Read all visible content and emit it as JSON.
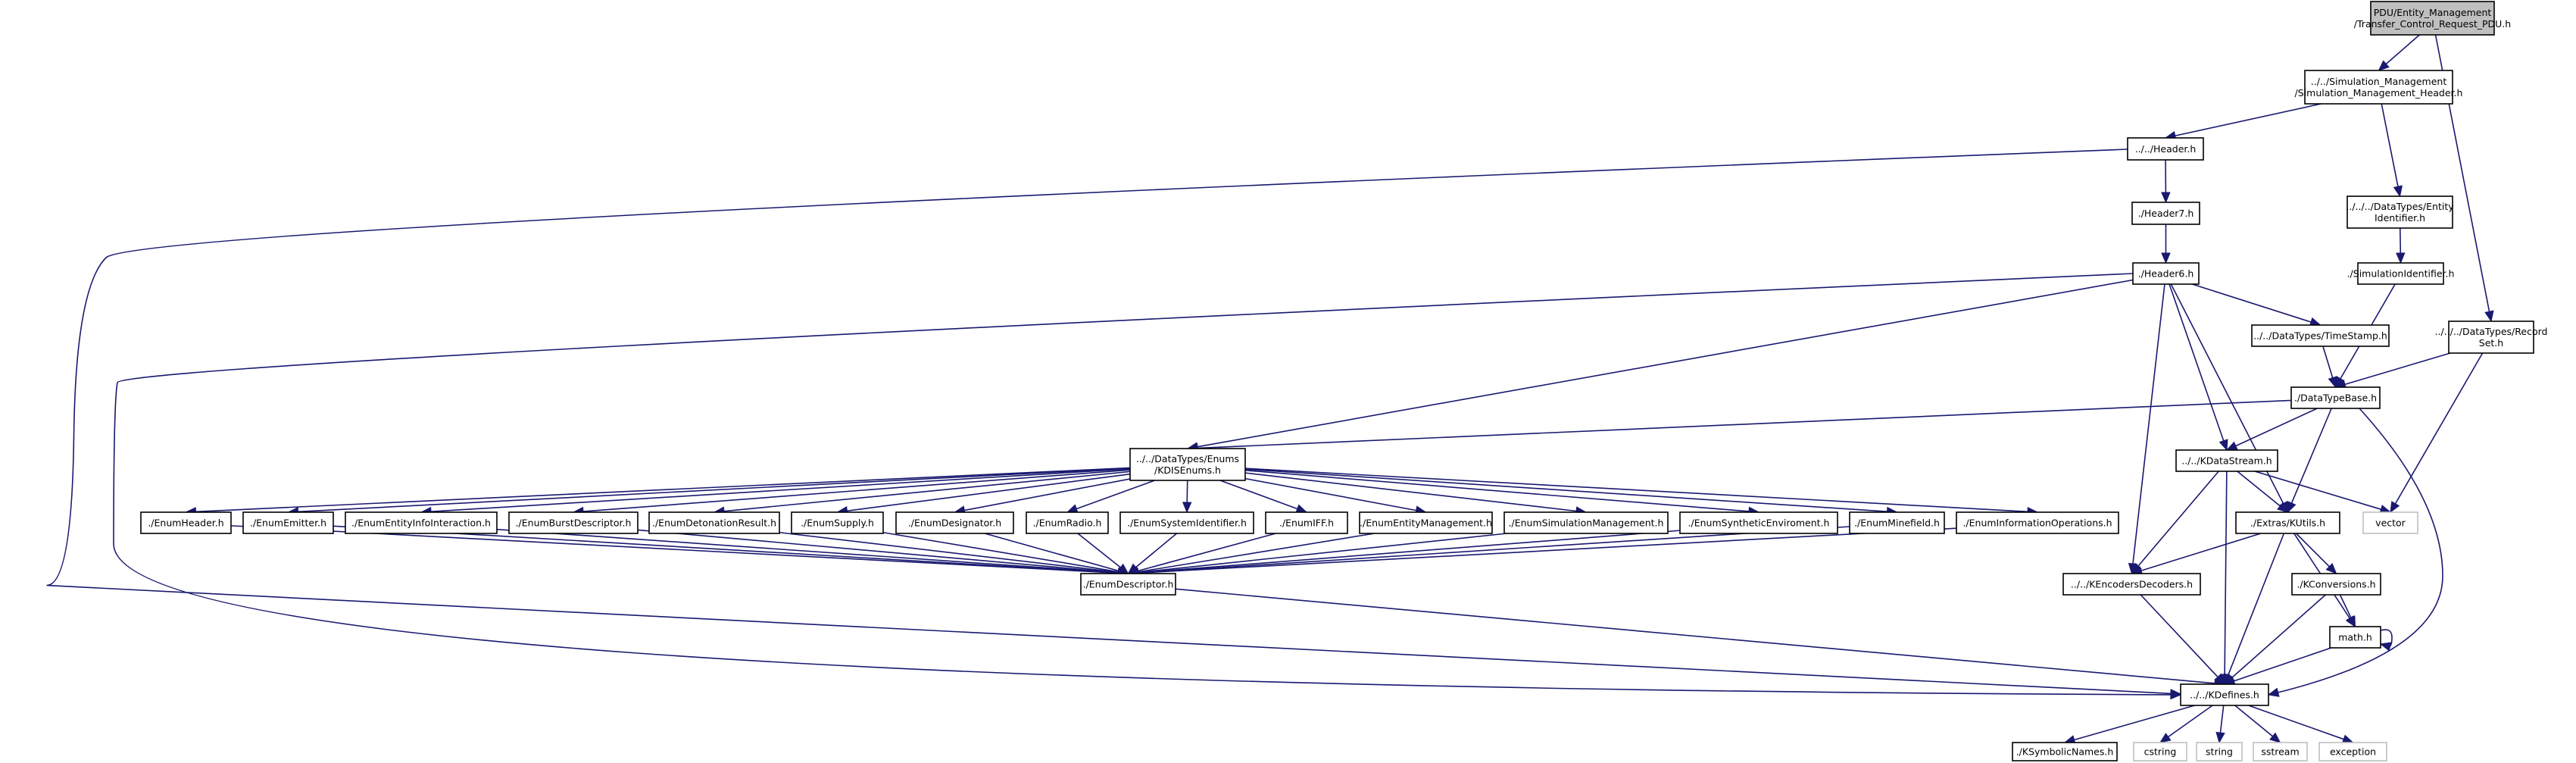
{
  "graph": {
    "nodes": [
      {
        "id": "n0",
        "lines": [
          "PDU/Entity_Management",
          "/Transfer_Control_Request_PDU.h"
        ],
        "root": true
      },
      {
        "id": "n1",
        "lines": [
          "../../Simulation_Management",
          "/Simulation_Management_Header.h"
        ]
      },
      {
        "id": "n2",
        "lines": [
          "../../Header.h"
        ]
      },
      {
        "id": "n3",
        "lines": [
          "../../../DataTypes/Entity",
          "Identifier.h"
        ]
      },
      {
        "id": "n4",
        "lines": [
          "../../../DataTypes/Record",
          "Set.h"
        ]
      },
      {
        "id": "n5",
        "lines": [
          "./Header7.h"
        ]
      },
      {
        "id": "n6",
        "lines": [
          "./Header6.h"
        ]
      },
      {
        "id": "n7",
        "lines": [
          "./SimulationIdentifier.h"
        ]
      },
      {
        "id": "n8",
        "lines": [
          "../../DataTypes/TimeStamp.h"
        ]
      },
      {
        "id": "n9",
        "lines": [
          "./DataTypeBase.h"
        ]
      },
      {
        "id": "n10",
        "lines": [
          "../../DataTypes/Enums",
          "/KDISEnums.h"
        ]
      },
      {
        "id": "n11",
        "lines": [
          "../../KDataStream.h"
        ]
      },
      {
        "id": "n12",
        "lines": [
          "./EnumHeader.h"
        ]
      },
      {
        "id": "n13",
        "lines": [
          "./EnumEmitter.h"
        ]
      },
      {
        "id": "n14",
        "lines": [
          "./EnumEntityInfoInteraction.h"
        ]
      },
      {
        "id": "n15",
        "lines": [
          "./EnumBurstDescriptor.h"
        ]
      },
      {
        "id": "n16",
        "lines": [
          "./EnumDetonationResult.h"
        ]
      },
      {
        "id": "n17",
        "lines": [
          "./EnumSupply.h"
        ]
      },
      {
        "id": "n18",
        "lines": [
          "./EnumDesignator.h"
        ]
      },
      {
        "id": "n19",
        "lines": [
          "./EnumRadio.h"
        ]
      },
      {
        "id": "n20",
        "lines": [
          "./EnumSystemIdentifier.h"
        ]
      },
      {
        "id": "n21",
        "lines": [
          "./EnumIFF.h"
        ]
      },
      {
        "id": "n22",
        "lines": [
          "./EnumEntityManagement.h"
        ]
      },
      {
        "id": "n23",
        "lines": [
          "./EnumSimulationManagement.h"
        ]
      },
      {
        "id": "n24",
        "lines": [
          "./EnumSyntheticEnviroment.h"
        ]
      },
      {
        "id": "n25",
        "lines": [
          "./EnumMinefield.h"
        ]
      },
      {
        "id": "n26",
        "lines": [
          "./EnumInformationOperations.h"
        ]
      },
      {
        "id": "n27",
        "lines": [
          "./Extras/KUtils.h"
        ]
      },
      {
        "id": "n28",
        "lines": [
          "vector"
        ],
        "external": true
      },
      {
        "id": "n29",
        "lines": [
          "./EnumDescriptor.h"
        ]
      },
      {
        "id": "n30",
        "lines": [
          "../../KEncodersDecoders.h"
        ]
      },
      {
        "id": "n31",
        "lines": [
          "./KConversions.h"
        ]
      },
      {
        "id": "n32",
        "lines": [
          "math.h"
        ]
      },
      {
        "id": "n33",
        "lines": [
          "../../KDefines.h"
        ]
      },
      {
        "id": "n34",
        "lines": [
          "./KSymbolicNames.h"
        ]
      },
      {
        "id": "n35",
        "lines": [
          "cstring"
        ],
        "external": true
      },
      {
        "id": "n36",
        "lines": [
          "string"
        ],
        "external": true
      },
      {
        "id": "n37",
        "lines": [
          "sstream"
        ],
        "external": true
      },
      {
        "id": "n38",
        "lines": [
          "exception"
        ],
        "external": true
      }
    ],
    "edges": [
      [
        "n0",
        "n1"
      ],
      [
        "n0",
        "n4"
      ],
      [
        "n1",
        "n2"
      ],
      [
        "n1",
        "n3"
      ],
      [
        "n2",
        "n5"
      ],
      [
        "n2",
        "n33"
      ],
      [
        "n3",
        "n7"
      ],
      [
        "n4",
        "n9"
      ],
      [
        "n4",
        "n28"
      ],
      [
        "n5",
        "n6"
      ],
      [
        "n6",
        "n8"
      ],
      [
        "n6",
        "n10"
      ],
      [
        "n6",
        "n11"
      ],
      [
        "n6",
        "n27"
      ],
      [
        "n6",
        "n30"
      ],
      [
        "n6",
        "n33"
      ],
      [
        "n7",
        "n9"
      ],
      [
        "n8",
        "n9"
      ],
      [
        "n9",
        "n10"
      ],
      [
        "n9",
        "n11"
      ],
      [
        "n9",
        "n27"
      ],
      [
        "n9",
        "n33"
      ],
      [
        "n10",
        "n12"
      ],
      [
        "n10",
        "n13"
      ],
      [
        "n10",
        "n14"
      ],
      [
        "n10",
        "n15"
      ],
      [
        "n10",
        "n16"
      ],
      [
        "n10",
        "n17"
      ],
      [
        "n10",
        "n18"
      ],
      [
        "n10",
        "n19"
      ],
      [
        "n10",
        "n20"
      ],
      [
        "n10",
        "n21"
      ],
      [
        "n10",
        "n22"
      ],
      [
        "n10",
        "n23"
      ],
      [
        "n10",
        "n24"
      ],
      [
        "n10",
        "n25"
      ],
      [
        "n10",
        "n26"
      ],
      [
        "n11",
        "n27"
      ],
      [
        "n11",
        "n28"
      ],
      [
        "n11",
        "n30"
      ],
      [
        "n11",
        "n33"
      ],
      [
        "n12",
        "n29"
      ],
      [
        "n13",
        "n29"
      ],
      [
        "n14",
        "n29"
      ],
      [
        "n15",
        "n29"
      ],
      [
        "n16",
        "n29"
      ],
      [
        "n17",
        "n29"
      ],
      [
        "n18",
        "n29"
      ],
      [
        "n19",
        "n29"
      ],
      [
        "n20",
        "n29"
      ],
      [
        "n21",
        "n29"
      ],
      [
        "n22",
        "n29"
      ],
      [
        "n23",
        "n29"
      ],
      [
        "n24",
        "n29"
      ],
      [
        "n25",
        "n29"
      ],
      [
        "n26",
        "n29"
      ],
      [
        "n27",
        "n30"
      ],
      [
        "n27",
        "n31"
      ],
      [
        "n27",
        "n32"
      ],
      [
        "n27",
        "n33"
      ],
      [
        "n29",
        "n33"
      ],
      [
        "n30",
        "n33"
      ],
      [
        "n31",
        "n32"
      ],
      [
        "n31",
        "n33"
      ],
      [
        "n32",
        "n32"
      ],
      [
        "n32",
        "n33"
      ],
      [
        "n33",
        "n34"
      ],
      [
        "n33",
        "n35"
      ],
      [
        "n33",
        "n36"
      ],
      [
        "n33",
        "n37"
      ],
      [
        "n33",
        "n38"
      ]
    ]
  }
}
